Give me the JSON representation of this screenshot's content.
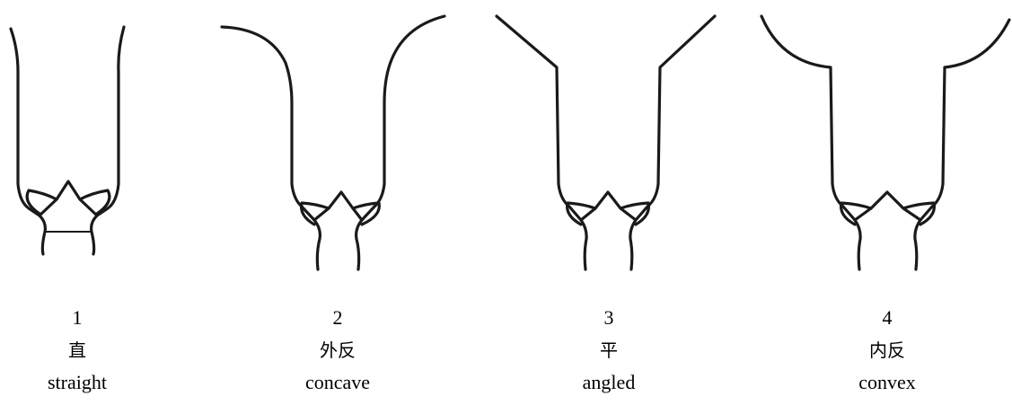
{
  "figures": [
    {
      "number": "1",
      "chinese": "直",
      "english": "straight"
    },
    {
      "number": "2",
      "chinese": "外反",
      "english": "concave"
    },
    {
      "number": "3",
      "chinese": "平",
      "english": "angled"
    },
    {
      "number": "4",
      "chinese": "内反",
      "english": "convex"
    }
  ],
  "colors": {
    "line": "#1a1a1a",
    "background": "#ffffff"
  }
}
